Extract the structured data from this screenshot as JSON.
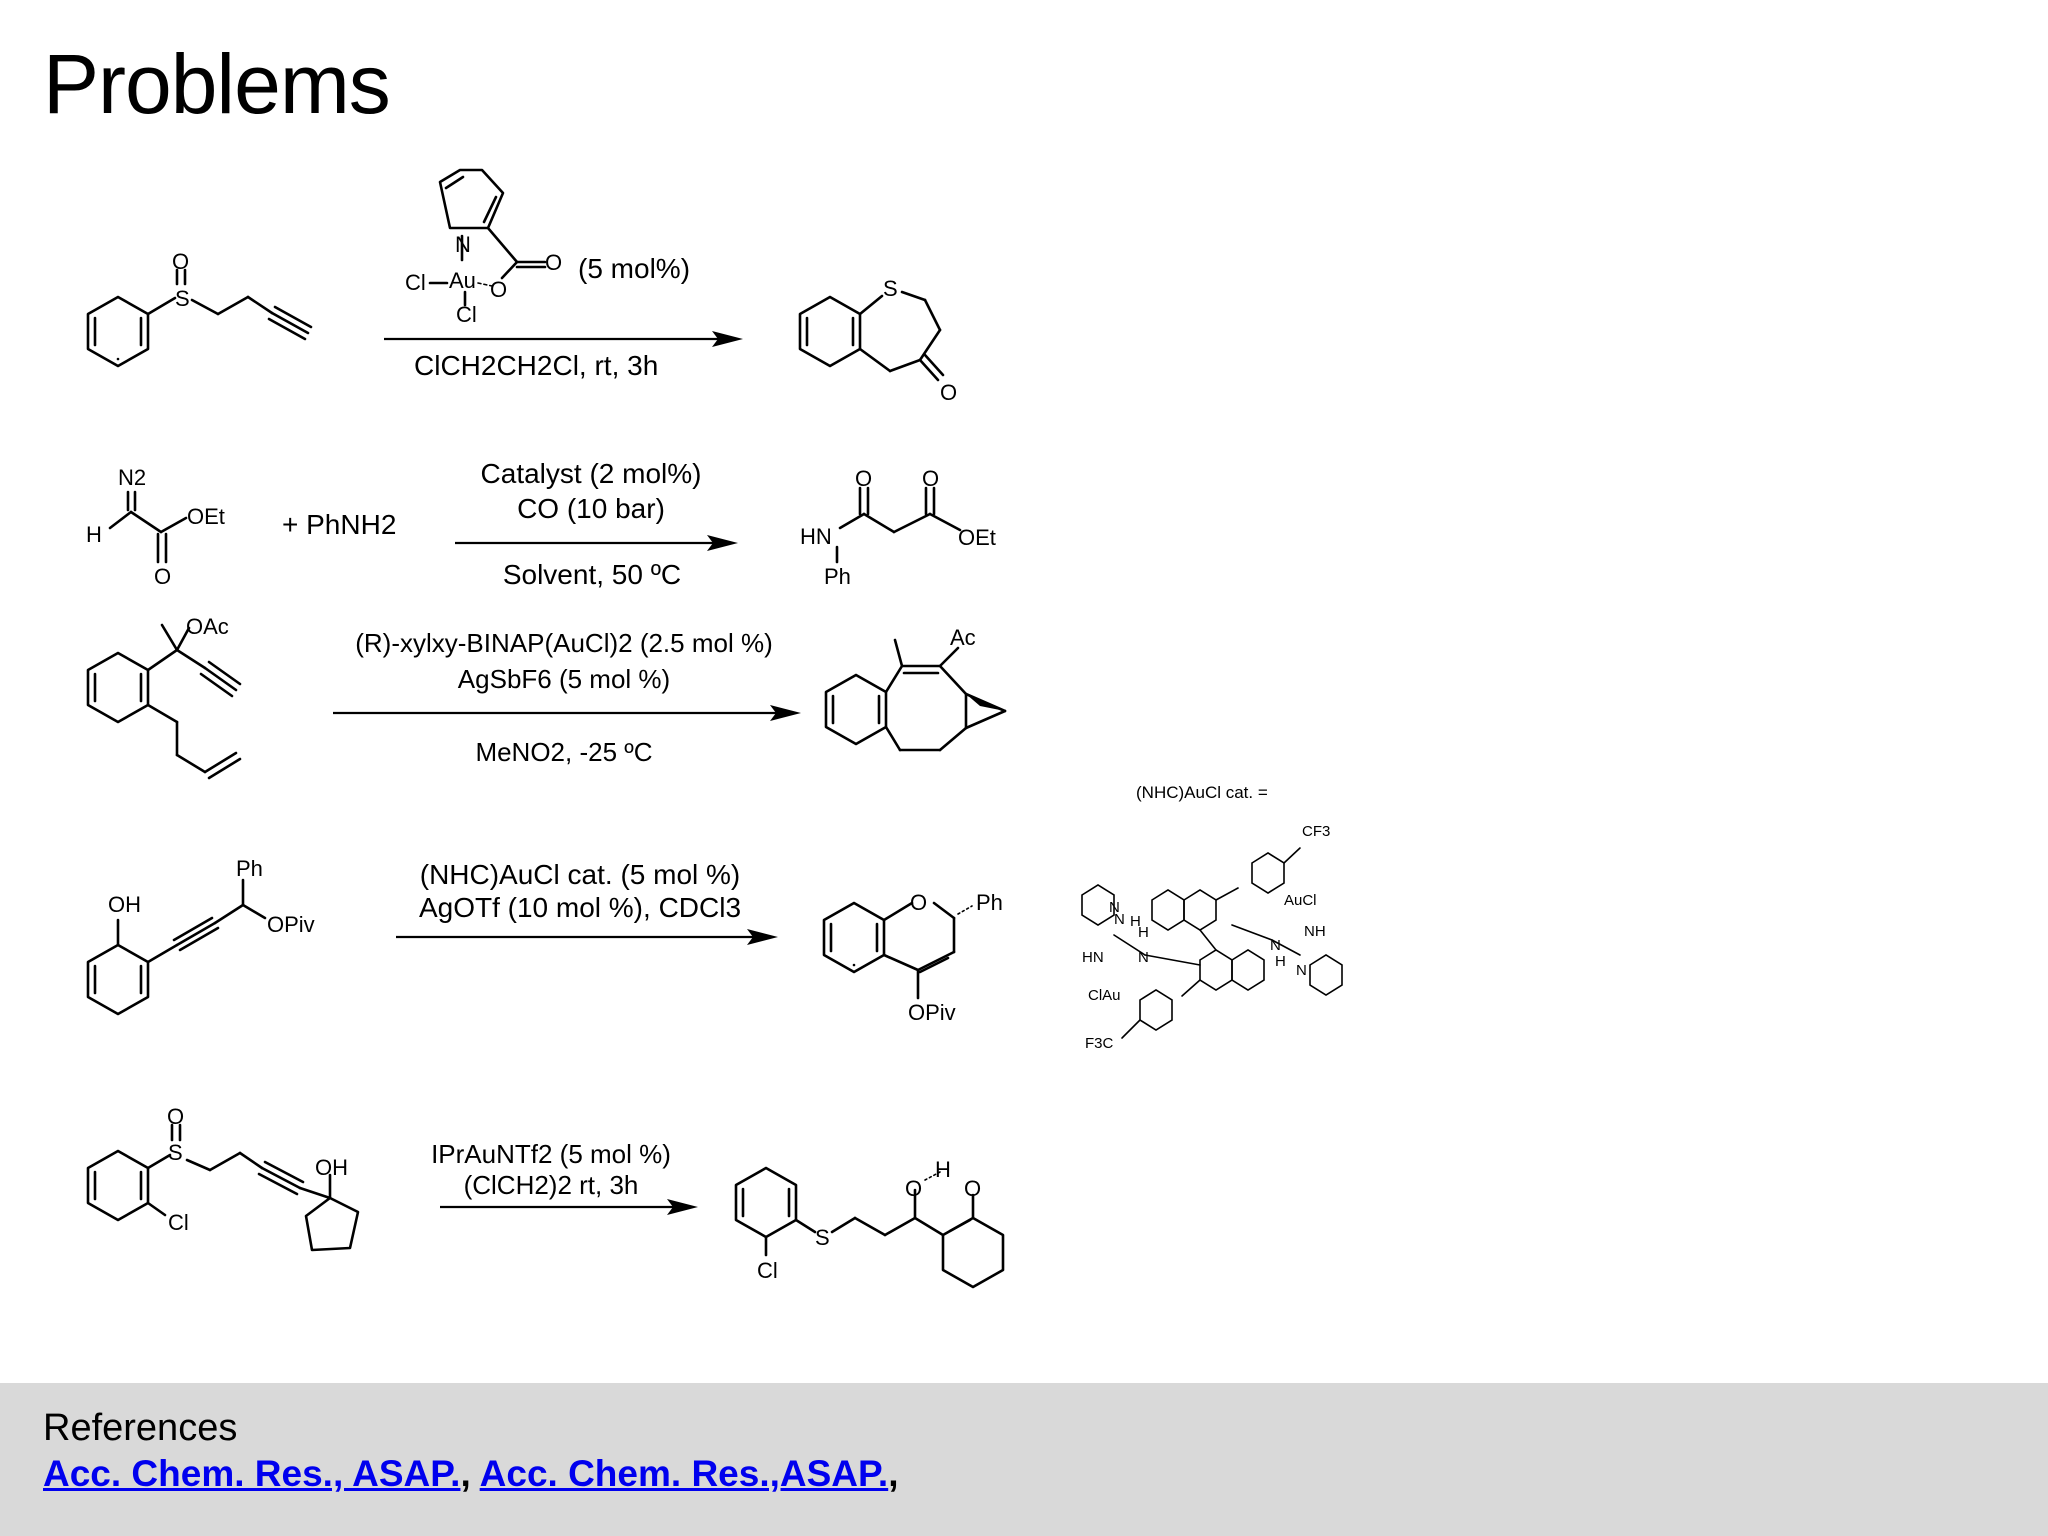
{
  "slide": {
    "title": "Problems"
  },
  "reactions": [
    {
      "catalyst_amount": "(5 mol%)",
      "catalyst_atoms": [
        "N",
        "Cl",
        "Au",
        "O",
        "O",
        "Cl"
      ],
      "conditions": "ClCH2CH2Cl, rt, 3h",
      "substrate_atoms": [
        "O",
        "S"
      ],
      "product_atoms": [
        "S",
        "O"
      ]
    },
    {
      "reagent": "+ PhNH2",
      "above": [
        "Catalyst (2 mol%)",
        "CO (10 bar)"
      ],
      "below": "Solvent, 50 ºC",
      "substrate_atoms": [
        "N2",
        "H",
        "OEt",
        "O"
      ],
      "product_atoms": [
        "O",
        "O",
        "HN",
        "OEt",
        "Ph"
      ]
    },
    {
      "above": [
        "(R)-xylxy-BINAP(AuCl)2 (2.5 mol %)",
        "AgSbF6 (5 mol %)"
      ],
      "below": "MeNO2, -25 ºC",
      "substrate_atoms": [
        "OAc"
      ],
      "product_atoms": [
        "Ac"
      ]
    },
    {
      "above": [
        "(NHC)AuCl cat. (5 mol %)",
        "AgOTf (10 mol %), CDCl3"
      ],
      "substrate_atoms": [
        "OH",
        "Ph",
        "OPiv"
      ],
      "product_atoms": [
        "O",
        "Ph",
        "OPiv"
      ],
      "catalyst_label": "(NHC)AuCl cat. =",
      "catalyst_atoms": [
        "CF3",
        "AuCl",
        "N",
        "H",
        "NH",
        "N",
        "HN",
        "N",
        "H",
        "N",
        "N",
        "H",
        "ClAu",
        "F3C"
      ]
    },
    {
      "above": [
        "IPrAuNTf2 (5 mol %)",
        "(ClCH2)2 rt, 3h"
      ],
      "substrate_atoms": [
        "O",
        "S",
        "OH",
        "Cl"
      ],
      "product_atoms": [
        "O",
        "H",
        "O",
        "S",
        "Cl"
      ]
    }
  ],
  "footer": {
    "label": "References",
    "links": [
      "Acc. Chem. Res., ASAP.",
      "Acc. Chem. Res.,ASAP."
    ],
    "separators": [
      ",",
      ","
    ]
  },
  "colors": {
    "link": "#0000ee",
    "footer_bg": "#d9d9d9"
  }
}
